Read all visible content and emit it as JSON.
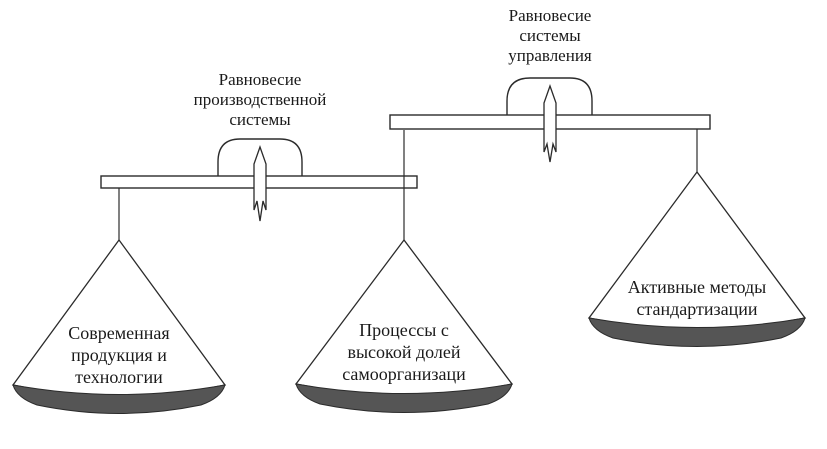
{
  "diagram": {
    "title_left": {
      "lines": [
        "Равновесие",
        "производственной",
        "системы"
      ]
    },
    "title_right": {
      "lines": [
        "Равновесие",
        "системы",
        "управления"
      ]
    },
    "pans": [
      {
        "lines": [
          "Современная",
          "продукция и",
          "технологии"
        ]
      },
      {
        "lines": [
          "Процессы с",
          "высокой долей",
          "самоорганизаци"
        ]
      },
      {
        "lines": [
          "Активные методы",
          "стандартизации"
        ]
      }
    ],
    "colors": {
      "line": "#2b2b2b",
      "pan_fill": "#555555",
      "background": "#ffffff"
    }
  }
}
